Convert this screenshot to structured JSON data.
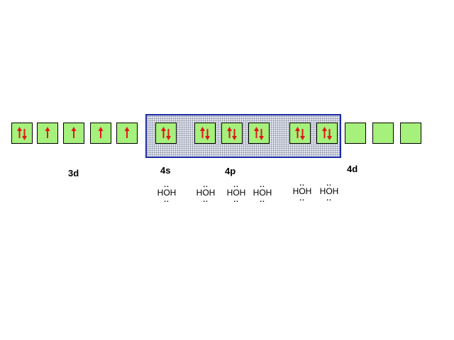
{
  "colors": {
    "orbital_fill": "#a6f07c",
    "arrow": "#e01818",
    "region_border": "#1a2aa8",
    "region_fill": "#e2e6f0"
  },
  "labels": {
    "d3": "3d",
    "s4": "4s",
    "p4": "4p",
    "d4": "4d"
  },
  "orbitals": [
    {
      "subshell": "3d",
      "electrons": "up-down"
    },
    {
      "subshell": "3d",
      "electrons": "up"
    },
    {
      "subshell": "3d",
      "electrons": "up"
    },
    {
      "subshell": "3d",
      "electrons": "up"
    },
    {
      "subshell": "3d",
      "electrons": "up"
    },
    {
      "subshell": "4s",
      "electrons": "up-down"
    },
    {
      "subshell": "4p",
      "electrons": "up-down"
    },
    {
      "subshell": "4p",
      "electrons": "up-down"
    },
    {
      "subshell": "4p",
      "electrons": "up-down"
    },
    {
      "subshell": "4d",
      "electrons": "up-down"
    },
    {
      "subshell": "4d",
      "electrons": "up-down"
    },
    {
      "subshell": "4d",
      "electrons": "empty"
    },
    {
      "subshell": "4d",
      "electrons": "empty"
    },
    {
      "subshell": "4d",
      "electrons": "empty"
    }
  ],
  "ligands": [
    {
      "formula": "HOH",
      "dots_top": "..",
      "dots_bottom": ".."
    },
    {
      "formula": "HOH",
      "dots_top": "..",
      "dots_bottom": ".."
    },
    {
      "formula": "HOH",
      "dots_top": "..",
      "dots_bottom": ".."
    },
    {
      "formula": "HOH",
      "dots_top": "..",
      "dots_bottom": ".."
    },
    {
      "formula": "HOH",
      "dots_top": "..",
      "dots_bottom": ".."
    },
    {
      "formula": "HOH",
      "dots_top": "..",
      "dots_bottom": ".."
    }
  ]
}
